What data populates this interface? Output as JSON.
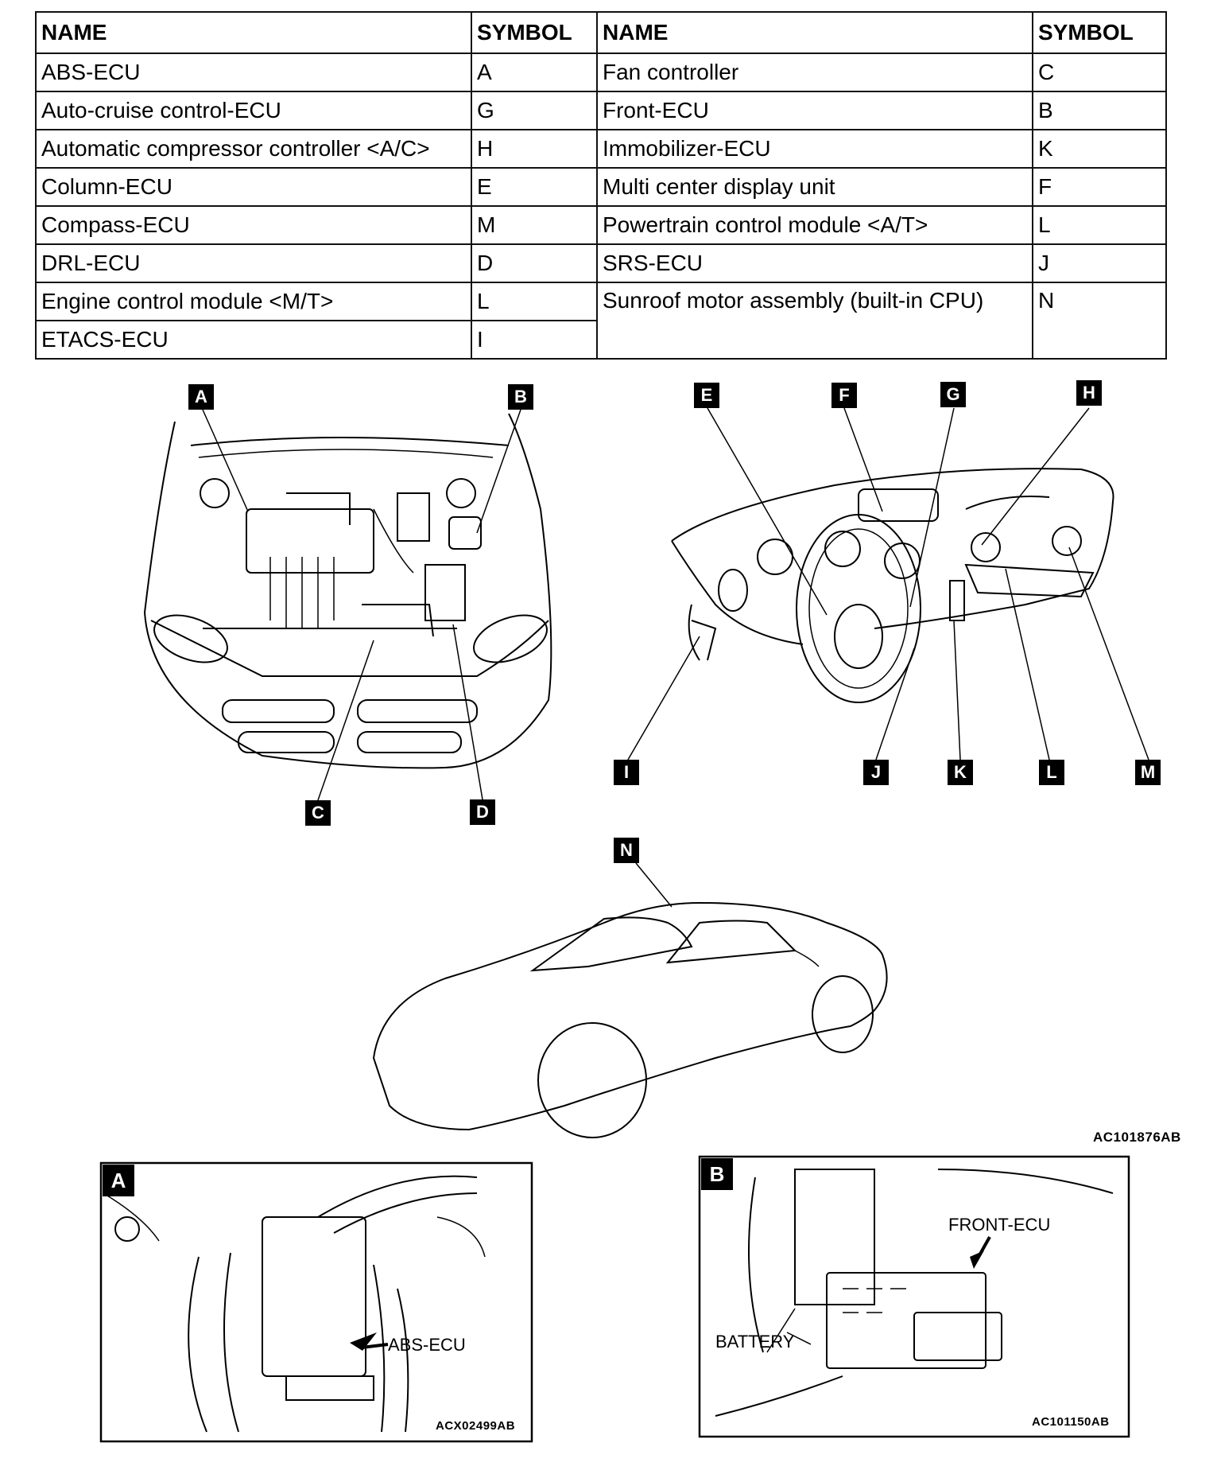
{
  "table": {
    "headers": {
      "name": "NAME",
      "symbol": "SYMBOL"
    },
    "left_rows": [
      {
        "name": "ABS-ECU",
        "symbol": "A"
      },
      {
        "name": "Auto-cruise control-ECU",
        "symbol": "G"
      },
      {
        "name": "Automatic compressor controller <A/C>",
        "symbol": "H"
      },
      {
        "name": "Column-ECU",
        "symbol": "E"
      },
      {
        "name": "Compass-ECU",
        "symbol": "M"
      },
      {
        "name": "DRL-ECU",
        "symbol": "D"
      },
      {
        "name": "Engine control module <M/T>",
        "symbol": "L"
      },
      {
        "name": "ETACS-ECU",
        "symbol": "I"
      }
    ],
    "right_rows": [
      {
        "name": "Fan controller",
        "symbol": "C"
      },
      {
        "name": "Front-ECU",
        "symbol": "B"
      },
      {
        "name": "Immobilizer-ECU",
        "symbol": "K"
      },
      {
        "name": "Multi center display unit",
        "symbol": "F"
      },
      {
        "name": "Powertrain control module <A/T>",
        "symbol": "L"
      },
      {
        "name": "SRS-ECU",
        "symbol": "J"
      },
      {
        "name": "Sunroof motor assembly (built-in CPU)",
        "symbol": "N"
      }
    ]
  },
  "diagram": {
    "markers": [
      "A",
      "B",
      "C",
      "D",
      "E",
      "F",
      "G",
      "H",
      "I",
      "J",
      "K",
      "L",
      "M",
      "N"
    ],
    "figure_code": "AC101876AB"
  },
  "detail_a": {
    "tag": "A",
    "callout": "ABS-ECU",
    "code": "ACX02499AB"
  },
  "detail_b": {
    "tag": "B",
    "callout_ecu": "FRONT-ECU",
    "callout_battery": "BATTERY",
    "code": "AC101150AB"
  }
}
